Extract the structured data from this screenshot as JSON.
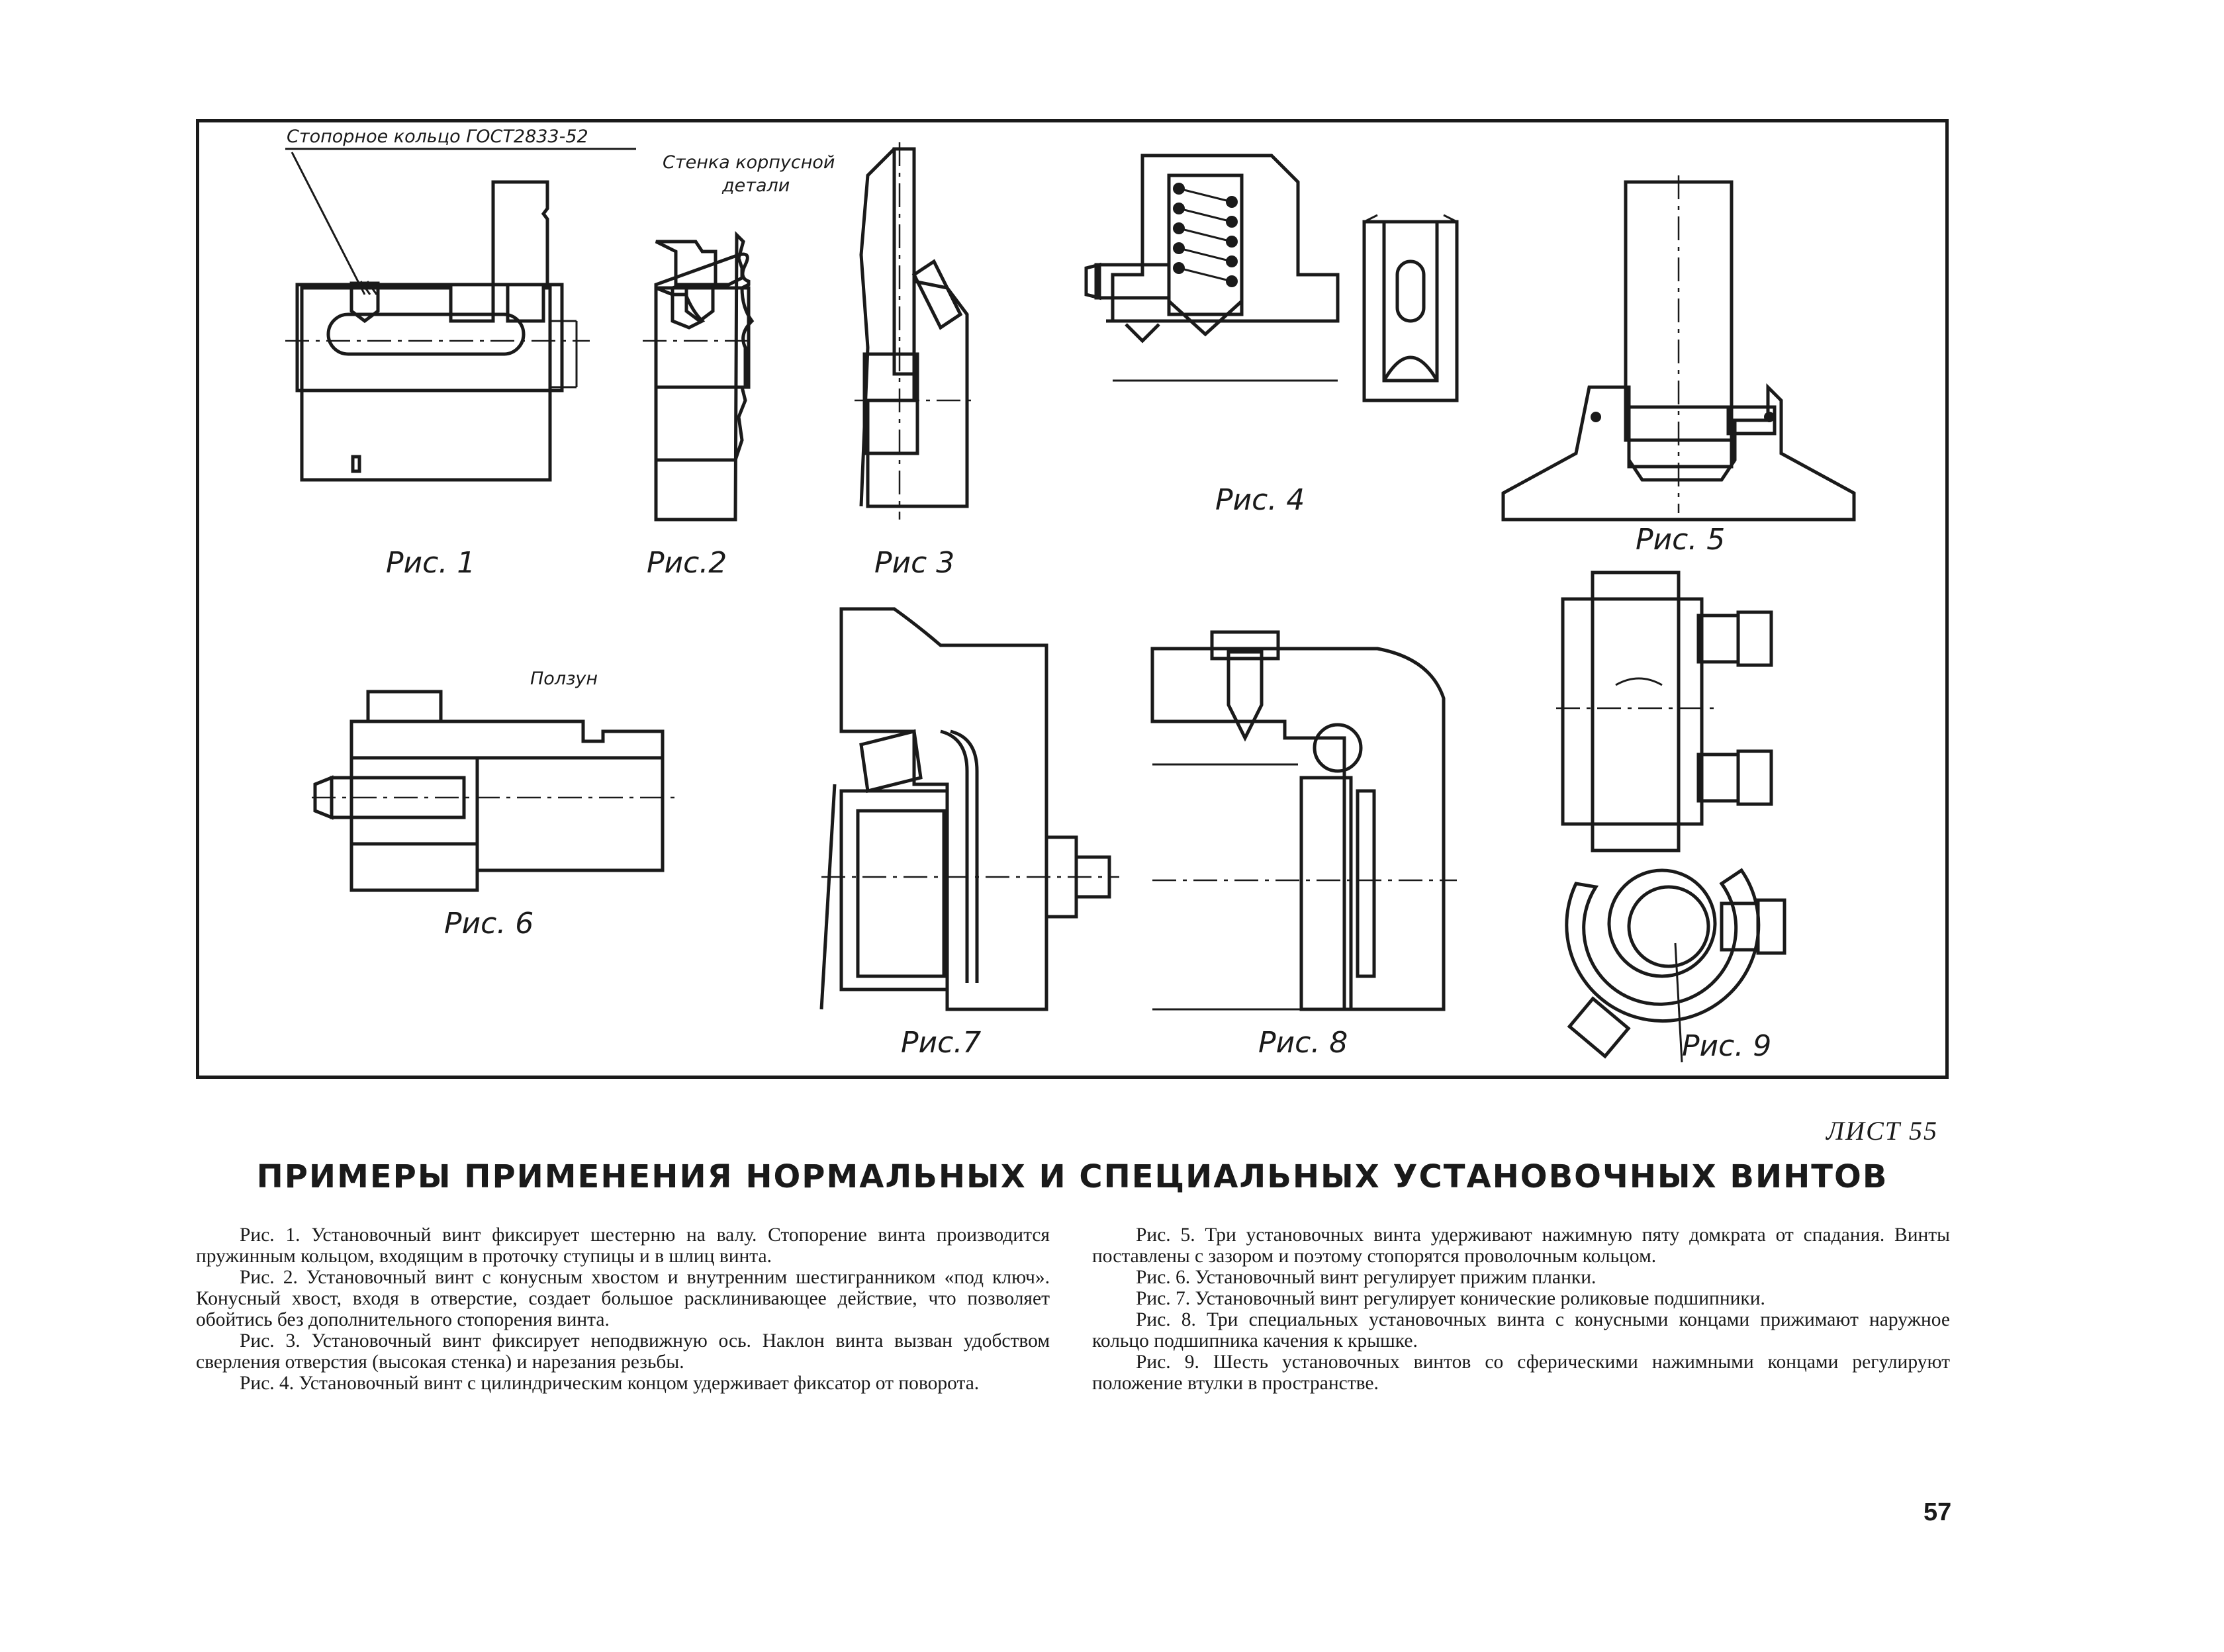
{
  "figure": {
    "captions": {
      "fig1": "Рис. 1",
      "fig2": "Рис.2",
      "fig3": "Рис 3",
      "fig4": "Рис. 4",
      "fig5": "Рис. 5",
      "fig6": "Рис. 6",
      "fig7": "Рис.7",
      "fig8": "Рис. 8",
      "fig9": "Рис. 9"
    },
    "labels": {
      "retaining_ring": "Стопорное кольцо ГОСТ2833-52",
      "housing_wall_line1": "Стенка корпусной",
      "housing_wall_line2": "детали",
      "slider": "Ползун"
    }
  },
  "sheet_label": "ЛИСТ 55",
  "title": "ПРИМЕРЫ ПРИМЕНЕНИЯ НОРМАЛЬНЫХ И СПЕЦИАЛЬНЫХ УСТАНОВОЧНЫХ ВИНТОВ",
  "text_left": [
    "Рис. 1. Установочный винт фиксирует шестерню на валу. Стопорение винта производится пружинным кольцом, входящим в проточку ступицы и в шлиц винта.",
    "Рис. 2. Установочный винт с конусным хвостом и внутренним шестигранником «под ключ». Конусный хвост, входя в отверстие, создает большое расклинивающее действие, что позволяет обойтись без дополнительного стопорения винта.",
    "Рис. 3. Установочный винт фиксирует неподвижную ось. Наклон винта вызван удобством сверления отверстия (высокая стенка) и нарезания резьбы.",
    "Рис. 4. Установочный винт с цилиндрическим концом удерживает фиксатор от поворота."
  ],
  "text_right": [
    "Рис. 5. Три установочных винта удерживают нажимную пяту домкрата от спадания. Винты поставлены с зазором и поэтому стопорятся проволочным кольцом.",
    "Рис. 6. Установочный винт регулирует прижим планки.",
    "Рис. 7. Установочный винт регулирует конические роликовые подшипники.",
    "Рис. 8. Три специальных установочных винта с конусными концами прижимают наружное кольцо подшипника качения к крышке.",
    "Рис. 9. Шесть установочных винтов со сферическими нажимными концами регулируют положение втулки в пространстве."
  ],
  "page_number": "57"
}
